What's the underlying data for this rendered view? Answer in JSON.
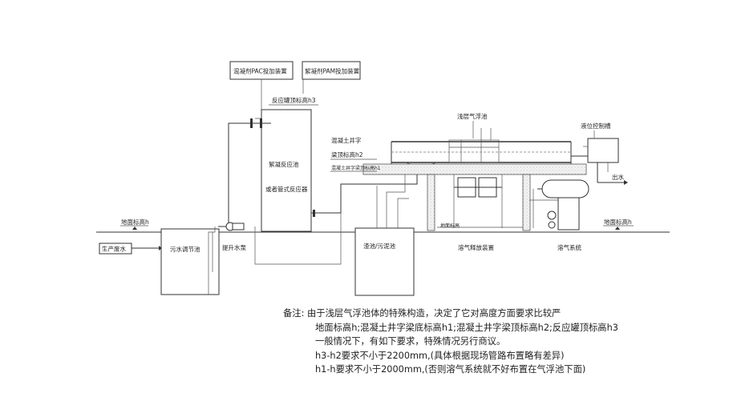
{
  "labels": {
    "pac": "混凝剂PAC投加装置",
    "pam": "絮凝剂PAM投加装置",
    "h3": "反应罐顶标高h3",
    "reactor1": "絮凝反应池",
    "reactor2": "或者管式反应器",
    "daf": "浅层气浮池",
    "level_tank": "液位控制槽",
    "h2_a": "混凝土井字",
    "h2_b": "梁顶标高h2",
    "h1": "混凝土井字梁顶标高h1",
    "outlet": "出水",
    "ground_left": "地面标高h",
    "ground_right": "地面标高h",
    "wastewater": "生产废水",
    "equalization": "污水调节池",
    "lift_pump": "提升水泵",
    "sludge": "渣池/污泥池",
    "ground_ref": "地面标高",
    "release": "溶气释放装置",
    "dissolved_air": "溶气系统"
  },
  "notes": {
    "line1_prefix": "备注:",
    "line1": "由于浅层气浮池体的特殊构造，决定了它对高度方面要求比较严",
    "line2": "地面标高h;混凝土井字梁底标高h1;混凝土井字梁顶标高h2;反应罐顶标高h3",
    "line3": "一般情况下，有如下要求，特殊情况另行商议。",
    "line4": "h3-h2要求不小于2200mm,(具体根据现场管路布置略有差异)",
    "line5": "h1-h要求不小于2000mm,(否则溶气系统就不好布置在气浮池下面)"
  }
}
